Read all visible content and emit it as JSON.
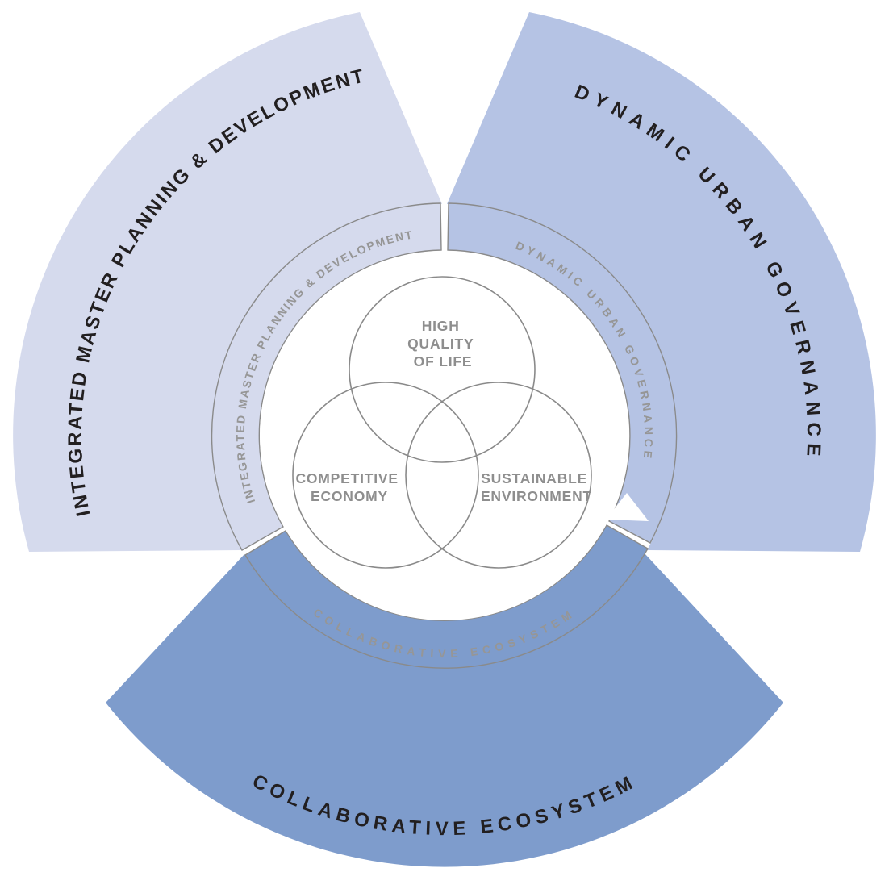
{
  "sectors": {
    "impd": {
      "label": "INTEGRATED MASTER PLANNING & DEVELOPMENT",
      "ring_label": "INTEGRATED MASTER PLANNING & DEVELOPMENT",
      "color": "#d5daed"
    },
    "dug": {
      "label": "DYNAMIC URBAN GOVERNANCE",
      "ring_label": "DYNAMIC URBAN GOVERNANCE",
      "color": "#b5c3e4"
    },
    "ce": {
      "label": "COLLABORATIVE ECOSYSTEM",
      "ring_label": "COLLABORATIVE ECOSYSTEM",
      "color": "#7e9ccc"
    }
  },
  "venn": {
    "circles": [
      {
        "id": "high-quality-of-life",
        "lines": [
          "HIGH",
          "QUALITY",
          "OF LIFE"
        ]
      },
      {
        "id": "competitive-economy",
        "lines": [
          "COMPETITIVE",
          "ECONOMY"
        ]
      },
      {
        "id": "sustainable-environment",
        "lines": [
          "SUSTAINABLE",
          "ENVIRONMENT"
        ]
      }
    ]
  },
  "colors": {
    "sector_impd": "#d5daed",
    "sector_dug": "#b5c3e4",
    "sector_ce": "#7e9ccc",
    "outline_gray": "#8a8a8a",
    "ring_text_gray": "#969696",
    "venn_text_gray": "#8e8e8e",
    "fan_text_dark": "#221f20",
    "background": "#ffffff"
  }
}
